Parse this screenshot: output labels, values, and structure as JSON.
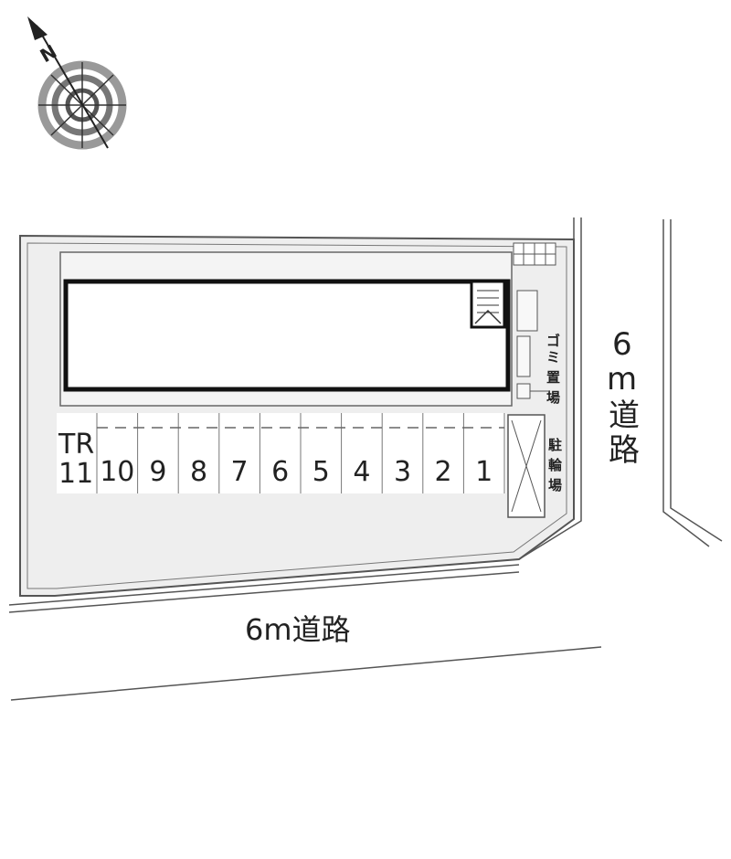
{
  "compass": {
    "north_label": "N",
    "icon": "compass-rose-icon"
  },
  "roads": {
    "south": "6m道路",
    "east": {
      "number": "6",
      "unit": "m",
      "chars": [
        "道",
        "路"
      ]
    }
  },
  "facilities": {
    "garbage": {
      "chars": [
        "ゴ",
        "ミ",
        "置",
        "場"
      ]
    },
    "bicycle": {
      "chars": [
        "駐",
        "輪",
        "場"
      ]
    }
  },
  "parking": {
    "special": {
      "line1": "TR",
      "line2": "11"
    },
    "slots": [
      "10",
      "9",
      "8",
      "7",
      "6",
      "5",
      "4",
      "3",
      "2",
      "1"
    ]
  },
  "colors": {
    "site_fill": "#eeeeee",
    "outline": "#555555",
    "building_border": "#111111",
    "compass_gray": "#888888"
  }
}
